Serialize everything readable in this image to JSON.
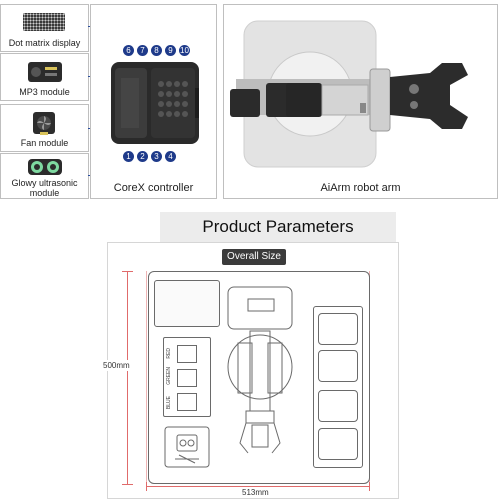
{
  "modules": [
    {
      "label": "Dot matrix display",
      "icon": "dot-matrix-icon"
    },
    {
      "label": "MP3 module",
      "icon": "mp3-module-icon"
    },
    {
      "label": "Fan module",
      "icon": "fan-module-icon"
    },
    {
      "label": "Glowy ultrasonic module",
      "icon": "ultrasonic-icon"
    }
  ],
  "controller": {
    "caption": "CoreX controller",
    "top_ports": [
      "6",
      "7",
      "8",
      "9",
      "10"
    ],
    "bottom_ports": [
      "1",
      "2",
      "3",
      "4"
    ]
  },
  "arm": {
    "caption": "AiArm robot arm"
  },
  "parameters": {
    "title": "Product Parameters",
    "badge": "Overall Size",
    "height_label": "500mm",
    "width_label": "513mm"
  },
  "board": {
    "slot_labels": [
      "RED",
      "GREEN",
      "BLUE"
    ]
  },
  "colors": {
    "port_badge": "#1e3a8a",
    "dimension_line": "#e06b6b",
    "badge_bg": "#3b3b3b"
  }
}
